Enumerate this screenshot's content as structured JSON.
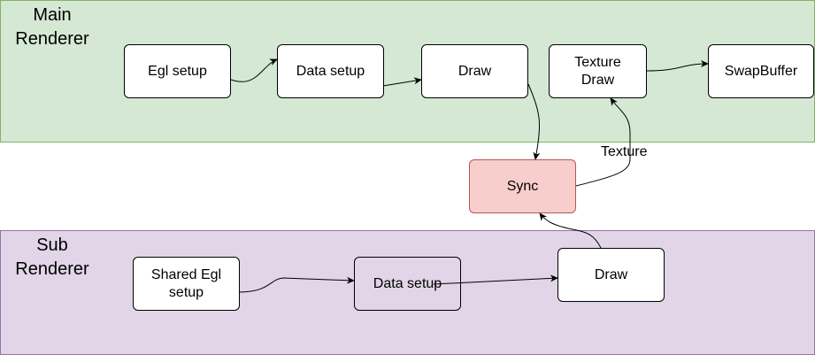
{
  "lanes": {
    "main": {
      "title": "Main\nRenderer"
    },
    "sub": {
      "title": "Sub\nRenderer"
    }
  },
  "nodes": {
    "egl_setup": "Egl setup",
    "main_data_setup": "Data setup",
    "main_draw": "Draw",
    "texture_draw": "Texture\nDraw",
    "swap_buffer": "SwapBuffer",
    "sync": "Sync",
    "shared_egl_setup": "Shared Egl\nsetup",
    "sub_data_setup": "Data setup",
    "sub_draw": "Draw"
  },
  "edges": {
    "texture_label": "Texture"
  },
  "colors": {
    "main_lane_fill": "#d5e8d4",
    "main_lane_stroke": "#82b366",
    "sub_lane_fill": "#e1d5e7",
    "sub_lane_stroke": "#9673a6",
    "sync_fill": "#f8cecc",
    "sync_stroke": "#b85450"
  }
}
